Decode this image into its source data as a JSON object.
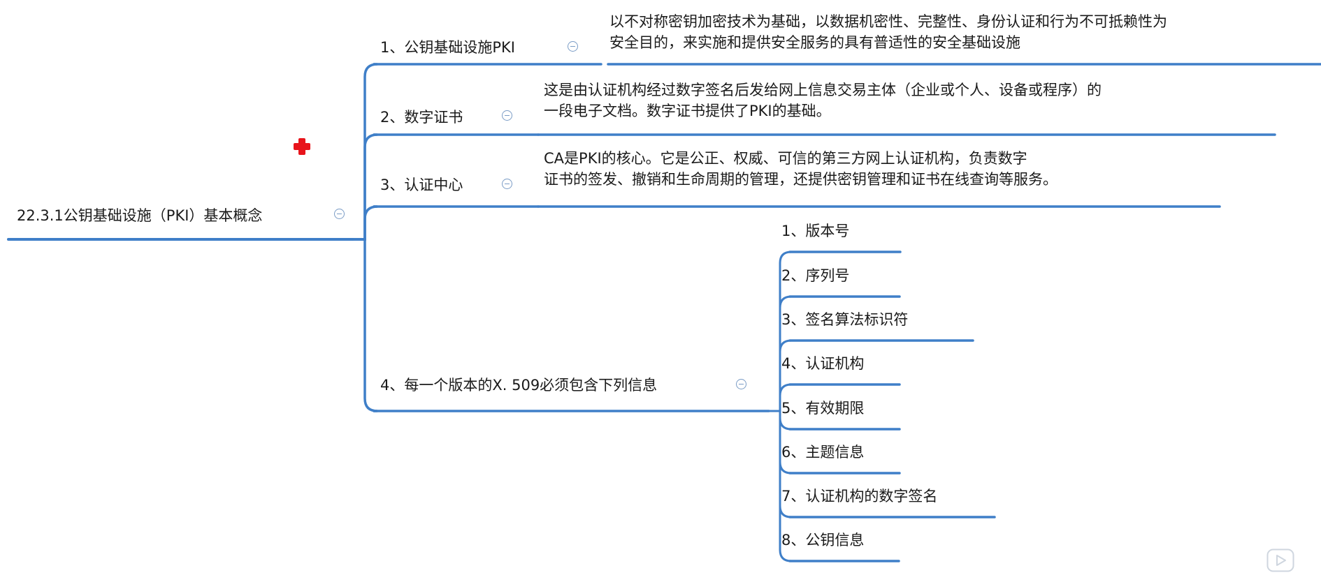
{
  "root": {
    "label": "22.3.1公钥基础设施（PKI）基本概念"
  },
  "branches": [
    {
      "label": "1、公钥基础设施PKI",
      "description": [
        "以不对称密钥加密技术为基础，以数据机密性、完整性、身份认证和行为不可抵赖性为",
        "安全目的，来实施和提供安全服务的具有普适性的安全基础设施"
      ]
    },
    {
      "label": "2、数字证书",
      "description": [
        "这是由认证机构经过数字签名后发给网上信息交易主体（企业或个人、设备或程序）的",
        "一段电子文档。数字证书提供了PKI的基础。"
      ]
    },
    {
      "label": "3、认证中心",
      "description": [
        "CA是PKI的核心。它是公正、权威、可信的第三方网上认证机构，负责数字",
        "证书的签发、撤销和生命周期的管理，还提供密钥管理和证书在线查询等服务。"
      ]
    },
    {
      "label": "4、每一个版本的X. 509必须包含下列信息",
      "children": [
        "1、版本号",
        "2、序列号",
        "3、签名算法标识符",
        "4、认证机构",
        "5、有效期限",
        "6、主题信息",
        "7、认证机构的数字签名",
        "8、公钥信息"
      ]
    }
  ],
  "colors": {
    "line": "#3f7fc8",
    "icon": "#7a9cc6",
    "cursor": "#e8141b",
    "text": "#1a1a1a"
  },
  "icons": {
    "collapse": "circle-minus-icon",
    "cursor": "red-plus-cursor-icon",
    "player": "play-button-icon"
  }
}
